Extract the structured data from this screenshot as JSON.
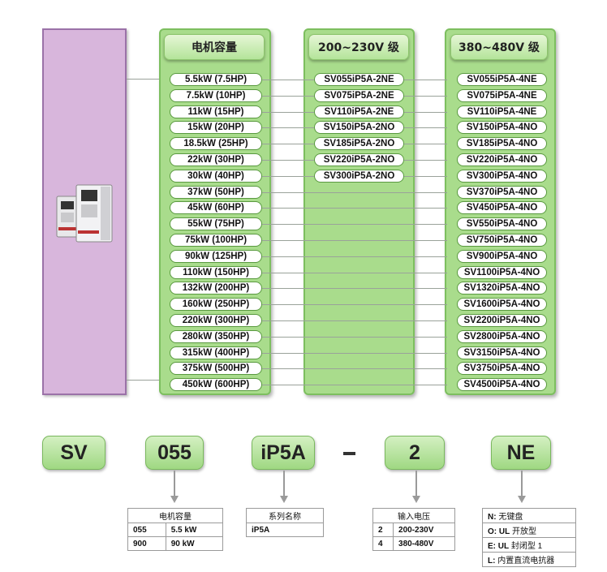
{
  "capacity_column": {
    "header": "电机容量",
    "items": [
      "5.5kW (7.5HP)",
      "7.5kW (10HP)",
      "11kW (15HP)",
      "15kW (20HP)",
      "18.5kW (25HP)",
      "22kW (30HP)",
      "30kW (40HP)",
      "37kW (50HP)",
      "45kW (60HP)",
      "55kW (75HP)",
      "75kW (100HP)",
      "90kW (125HP)",
      "110kW (150HP)",
      "132kW (200HP)",
      "160kW (250HP)",
      "220kW (300HP)",
      "280kW (350HP)",
      "315kW (400HP)",
      "375kW (500HP)",
      "450kW (600HP)"
    ]
  },
  "v200_column": {
    "header": "200~230V 级",
    "items": [
      "SV055iP5A-2NE",
      "SV075iP5A-2NE",
      "SV110iP5A-2NE",
      "SV150iP5A-2NO",
      "SV185iP5A-2NO",
      "SV220iP5A-2NO",
      "SV300iP5A-2NO"
    ]
  },
  "v400_column": {
    "header": "380~480V 级",
    "items": [
      "SV055iP5A-4NE",
      "SV075iP5A-4NE",
      "SV110iP5A-4NE",
      "SV150iP5A-4NO",
      "SV185iP5A-4NO",
      "SV220iP5A-4NO",
      "SV300iP5A-4NO",
      "SV370iP5A-4NO",
      "SV450iP5A-4NO",
      "SV550iP5A-4NO",
      "SV750iP5A-4NO",
      "SV900iP5A-4NO",
      "SV1100iP5A-4NO",
      "SV1320iP5A-4NO",
      "SV1600iP5A-4NO",
      "SV2200iP5A-4NO",
      "SV2800iP5A-4NO",
      "SV3150iP5A-4NO",
      "SV3750iP5A-4NO",
      "SV4500iP5A-4NO"
    ]
  },
  "code": {
    "prefix": "SV",
    "capacity": "055",
    "series": "iP5A",
    "dash": "–",
    "voltage": "2",
    "option": "NE"
  },
  "legend_capacity": {
    "header": "电机容量",
    "rows": [
      [
        "055",
        "5.5 kW"
      ],
      [
        "900",
        "90 kW"
      ]
    ]
  },
  "legend_series": {
    "header": "系列名称",
    "value": "iP5A"
  },
  "legend_voltage": {
    "header": "输入电压",
    "rows": [
      [
        "2",
        "200-230V"
      ],
      [
        "4",
        "380-480V"
      ]
    ]
  },
  "legend_option": {
    "rows": [
      {
        "code": "N:",
        "text": "无键盘"
      },
      {
        "code": "O: UL",
        "text": "开放型"
      },
      {
        "code": "E: UL",
        "text": "封闭型 1"
      },
      {
        "code": "L:",
        "text": "内置直流电抗器"
      }
    ]
  },
  "colors": {
    "panel_purple": "#d8b6dc",
    "column_green": "#a9dc8c"
  }
}
